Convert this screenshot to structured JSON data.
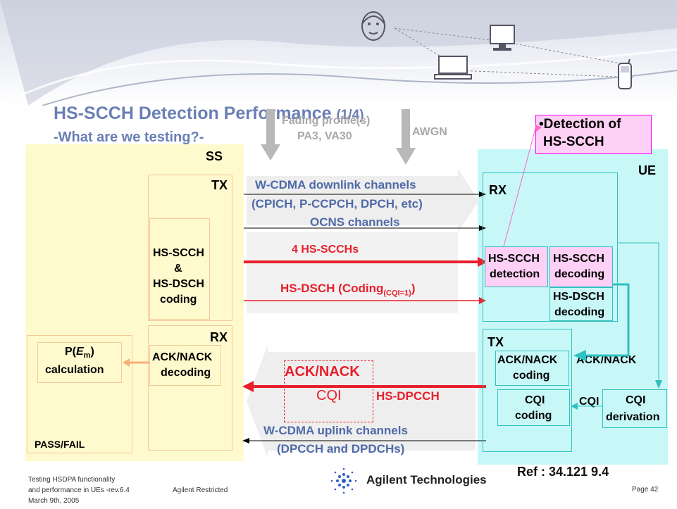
{
  "title": {
    "main": "HS-SCCH Detection Performance",
    "part": "(1/4)"
  },
  "subtitle": "-What are we testing?-",
  "inputs": {
    "fading_label": "Fading profile(s)",
    "fading_values": "PA3, VA30",
    "awgn_label": "AWGN"
  },
  "callout": {
    "bullet": "•",
    "line1": "Detection of",
    "line2": "HS-SCCH"
  },
  "ss": {
    "label": "SS",
    "tx_label": "TX",
    "coding_block": [
      "HS-SCCH",
      "&",
      "HS-DSCH",
      "coding"
    ],
    "rx_label": "RX",
    "ack_decoding": [
      "ACK/NACK",
      "decoding"
    ],
    "calc_prefix": "P(",
    "calc_e": "E",
    "calc_sub": "m",
    "calc_suffix": ")",
    "calc_line2": "calculation",
    "pass_fail": "PASS/FAIL"
  },
  "ue": {
    "label": "UE",
    "rx_label": "RX",
    "detection": [
      "HS-SCCH",
      "detection"
    ],
    "decoding": [
      "HS-SCCH",
      "decoding"
    ],
    "dsch_decoding": [
      "HS-DSCH",
      "decoding"
    ],
    "tx_label": "TX",
    "ack_coding": [
      "ACK/NACK",
      "coding"
    ],
    "cqi_coding": [
      "CQI",
      "coding"
    ],
    "cqi_derivation": [
      "CQI",
      "derivation"
    ],
    "ack_link": "ACK/NACK",
    "cqi_link": "CQI"
  },
  "channels": {
    "dl_line1": "W-CDMA downlink channels",
    "dl_line2": "(CPICH, P-CCPCH, DPCH, etc)",
    "ocns": "OCNS channels",
    "scch": "4 HS-SCCHs",
    "dsch_prefix": "HS-DSCH (Coding",
    "dsch_sub": "(CQI=1)",
    "dsch_suffix": ")",
    "ack_nack": "ACK/NACK",
    "cqi": "CQI",
    "dpcch": "HS-DPCCH",
    "ul_line1": "W-CDMA uplink channels",
    "ul_line2": "(DPCCH and DPDCHs)"
  },
  "footer": {
    "line1": "Testing HSDPA functionality",
    "line2": "and performance in UEs -rev.6.4",
    "line3": "March 9th, 2005",
    "restricted": "Agilent Restricted",
    "company": "Agilent Technologies",
    "ref": "Ref : 34.121 9.4",
    "page": "Page 42"
  },
  "colors": {
    "ss_bg": "#fffacd",
    "ue_bg": "#c8f7f7",
    "callout_bg": "#ffd0f5",
    "accent_red": "#e8202c",
    "title_blue": "#6a7fb4",
    "channel_blue": "#4f6aa8",
    "teal": "#30c0c0"
  },
  "icons": [
    "headset-person-icon",
    "laptop-icon",
    "desktop-computer-icon",
    "mobile-phone-icon",
    "agilent-logo-icon"
  ]
}
